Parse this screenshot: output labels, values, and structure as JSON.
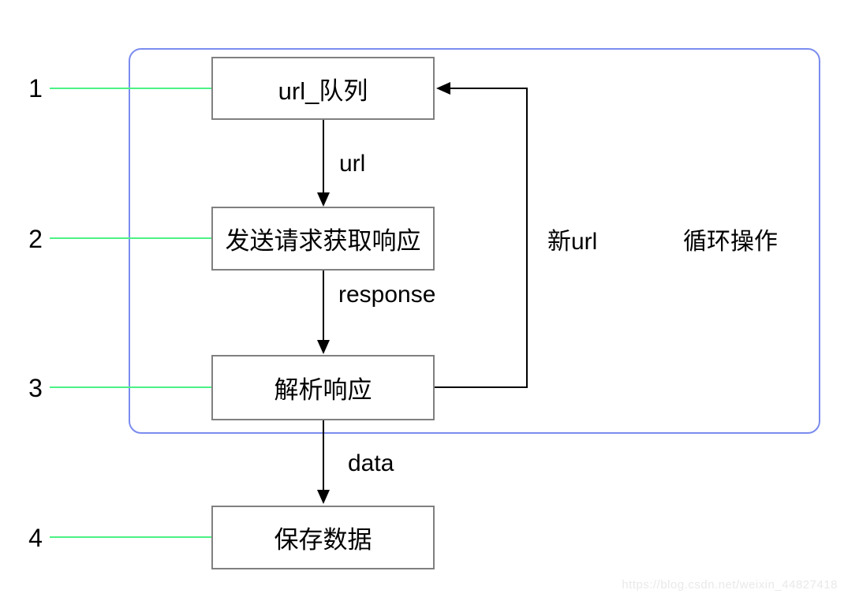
{
  "diagram": {
    "steps": [
      {
        "number": "1",
        "label": "url_队列"
      },
      {
        "number": "2",
        "label": "发送请求获取响应"
      },
      {
        "number": "3",
        "label": "解析响应"
      },
      {
        "number": "4",
        "label": "保存数据"
      }
    ],
    "edge_labels": {
      "url": "url",
      "response": "response",
      "data": "data",
      "new_url": "新url",
      "loop_note": "循环操作"
    },
    "colors": {
      "node_border": "#808080",
      "group_outline": "#7b8cee",
      "step_connector": "#4cf285",
      "arrow": "#000000",
      "watermark": "#e9e9e9"
    }
  },
  "watermark": "https://blog.csdn.net/weixin_44827418"
}
